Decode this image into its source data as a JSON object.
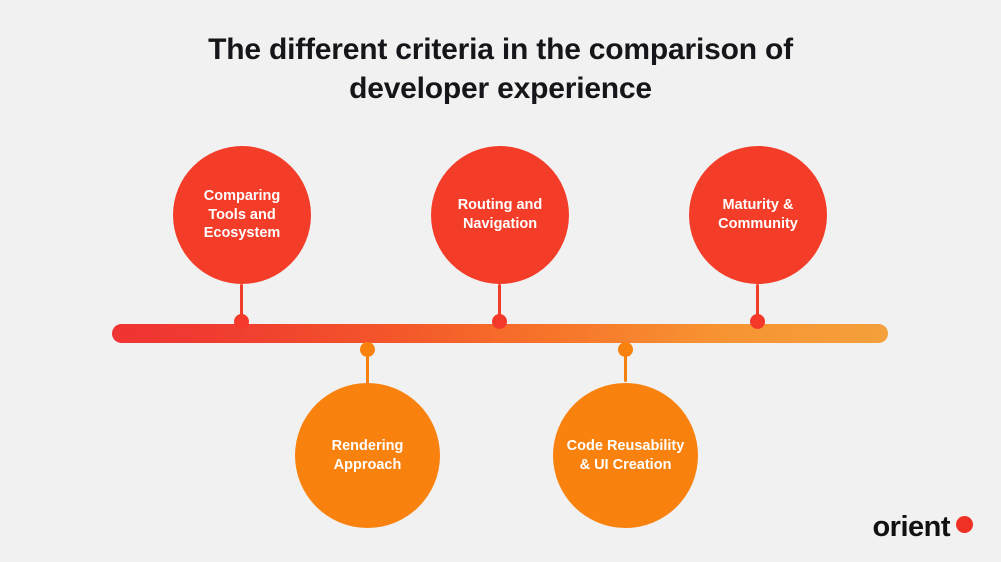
{
  "background_color": "#f1f1f1",
  "title": {
    "line1": "The different criteria in the comparison of",
    "line2": "developer experience"
  },
  "timeline": {
    "bar_gradient_start": "#ef3333",
    "bar_gradient_end": "#f4a03c",
    "above_color": "#f43d29",
    "below_color": "#f9820f",
    "nodes_above": [
      {
        "label": "Comparing Tools and Ecosystem",
        "color": "#f43d29"
      },
      {
        "label": "Routing and Navigation",
        "color": "#f43d29"
      },
      {
        "label": "Maturity & Community",
        "color": "#f43d29"
      }
    ],
    "nodes_below": [
      {
        "label": "Rendering Approach",
        "color": "#f9820f"
      },
      {
        "label": "Code Reusability & UI Creation",
        "color": "#f9820f"
      }
    ]
  },
  "logo": {
    "word": "orient",
    "dot_color": "#ee3124"
  }
}
